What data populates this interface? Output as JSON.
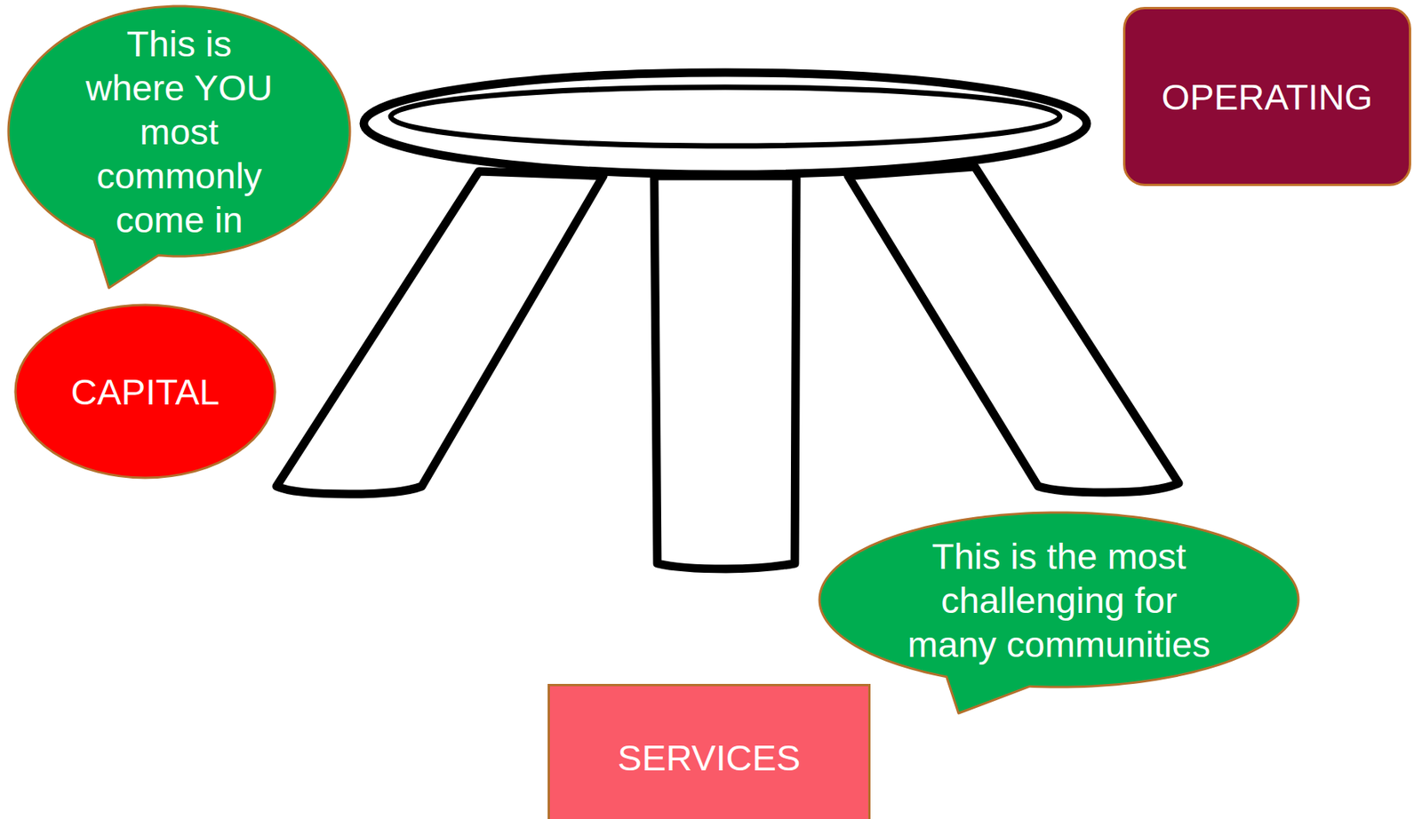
{
  "diagram": {
    "nodes": [
      {
        "text": [
          "This is where YOU most commonly come in"
        ]
      },
      {
        "text": [
          "OPERATING"
        ]
      },
      {
        "text": [
          "CAPITAL"
        ]
      },
      {
        "text": [
          "This is the most challenging for many communities"
        ]
      },
      {
        "text": [
          "SERVICES"
        ]
      }
    ]
  }
}
